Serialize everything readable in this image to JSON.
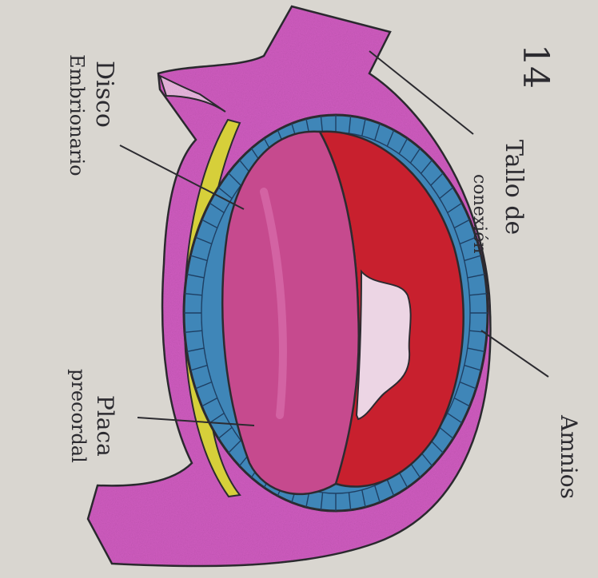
{
  "page_number": "14",
  "labels": {
    "disco_line1": "Disco",
    "disco_line2": "Embrionario",
    "tallo_line1": "Tallo de",
    "tallo_line2": "conexión",
    "amnios": "Amnios",
    "placa_line1": "Placa",
    "placa_line2": "precordal"
  },
  "colors": {
    "paper": "#d9d6d0",
    "magenta_tissue": "#d05cc0",
    "pink_disc": "#c64a8e",
    "red_cavity": "#c8202e",
    "blue_cell_layer": "#3f86b8",
    "yellow_layer": "#d6cf3a",
    "pencil_ink": "#2c2b30"
  }
}
